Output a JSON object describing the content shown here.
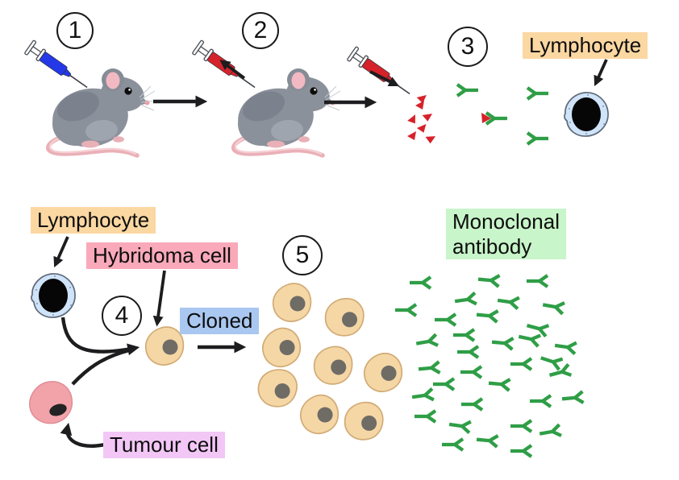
{
  "steps": [
    "1",
    "2",
    "3",
    "4",
    "5"
  ],
  "labels": {
    "lymphocyte_top": "Lymphocyte",
    "lymphocyte_bottom": "Lymphocyte",
    "hybridoma": "Hybridoma cell",
    "cloned": "Cloned",
    "tumour": "Tumour cell",
    "monoclonal_line1": "Monoclonal",
    "monoclonal_line2": "antibody"
  },
  "icons": {
    "mouse": "mouse-icon",
    "syringe_injection": "syringe-blue-icon",
    "syringe_blood_draw": "syringe-red-icon",
    "antibody": "antibody-y-icon",
    "blood_droplet": "droplet-icon",
    "lymphocyte_cell": "lymphocyte-cell-icon",
    "hybridoma_cell": "hybridoma-cell-icon",
    "tumour_cell": "tumour-cell-icon"
  },
  "colors": {
    "ink": "#1d1d1f",
    "label-lymphocyte-bg": "#fbd7a2",
    "label-hybridoma-bg": "#f9a9ba",
    "label-cloned-bg": "#a9c7f0",
    "label-tumour-bg": "#f2c7f6",
    "label-monoclonal-bg": "#c8f5c9",
    "antibody-green": "#2f9e46",
    "droplet-red": "#d6222a",
    "syringe-blue": "#2438e8",
    "syringe-red": "#d6222a",
    "lymphocyte-cell-fill": "#cfe3f9",
    "hybridoma-cell-fill": "#f5d7a6",
    "tumour-cell-fill": "#f2a3aa"
  },
  "scene": {
    "droplets": [
      [
        517,
        120,
        15
      ],
      [
        515,
        130,
        0
      ],
      [
        524,
        142,
        20
      ],
      [
        505,
        149,
        -10
      ],
      [
        517,
        158,
        5
      ],
      [
        505,
        168,
        0
      ],
      [
        528,
        169,
        25
      ]
    ],
    "serum_antibodies": [
      [
        578,
        112,
        180
      ],
      [
        665,
        116,
        180
      ],
      [
        614,
        147,
        180
      ],
      [
        665,
        172,
        180
      ]
    ],
    "cluster_cells": [
      [
        362,
        376,
        0
      ],
      [
        427,
        394,
        15
      ],
      [
        349,
        432,
        -12
      ],
      [
        413,
        454,
        8
      ],
      [
        475,
        463,
        -5
      ],
      [
        344,
        482,
        22
      ],
      [
        396,
        515,
        -8
      ],
      [
        451,
        523,
        12
      ]
    ],
    "monoclonal_antibodies": [
      [
        523,
        351,
        0
      ],
      [
        608,
        348,
        5
      ],
      [
        668,
        349,
        0
      ],
      [
        579,
        372,
        -8
      ],
      [
        632,
        375,
        8
      ],
      [
        505,
        385,
        0
      ],
      [
        688,
        381,
        10
      ],
      [
        554,
        397,
        0
      ],
      [
        606,
        392,
        5
      ],
      [
        668,
        408,
        15
      ],
      [
        531,
        424,
        -10
      ],
      [
        577,
        416,
        0
      ],
      [
        625,
        426,
        5
      ],
      [
        658,
        421,
        12
      ],
      [
        703,
        431,
        8
      ],
      [
        582,
        437,
        0
      ],
      [
        534,
        457,
        -5
      ],
      [
        648,
        452,
        0
      ],
      [
        685,
        449,
        18
      ],
      [
        586,
        462,
        0
      ],
      [
        696,
        462,
        -15
      ],
      [
        552,
        477,
        0
      ],
      [
        621,
        477,
        5
      ],
      [
        526,
        491,
        -8
      ],
      [
        672,
        498,
        0
      ],
      [
        712,
        494,
        -5
      ],
      [
        587,
        502,
        0
      ],
      [
        529,
        517,
        0
      ],
      [
        572,
        529,
        8
      ],
      [
        648,
        529,
        0
      ],
      [
        684,
        536,
        -10
      ],
      [
        606,
        547,
        5
      ],
      [
        563,
        552,
        0
      ],
      [
        648,
        560,
        0
      ]
    ]
  }
}
